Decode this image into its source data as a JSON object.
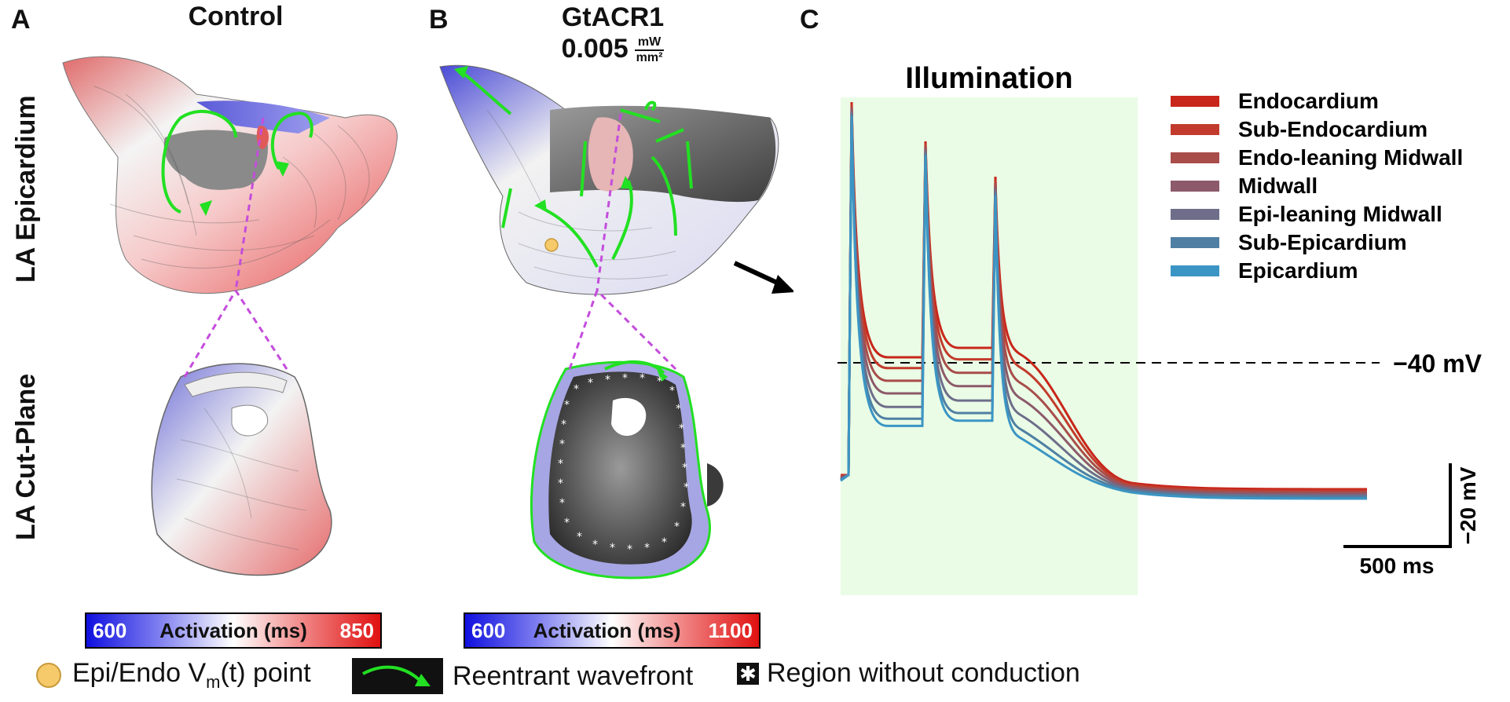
{
  "panels": {
    "a": {
      "letter": "A",
      "title": "Control"
    },
    "b": {
      "letter": "B",
      "title": "GtACR1",
      "value": "0.005",
      "unit_num": "mW",
      "unit_den": "mm²"
    },
    "c": {
      "letter": "C"
    }
  },
  "row_labels": {
    "top": "LA Epicardium",
    "bottom": "LA Cut-Plane"
  },
  "colorbars": [
    {
      "min": "600",
      "label": "Activation (ms)",
      "max": "850"
    },
    {
      "min": "600",
      "label": "Activation (ms)",
      "max": "1100"
    }
  ],
  "legend": {
    "point": "Epi/Endo V",
    "point_sub": "m",
    "point_tail": "(t) point",
    "wavefront": "Reentrant wavefront",
    "no_conduction": "Region without conduction"
  },
  "chart_data": {
    "type": "line",
    "title": "Illumination",
    "reference_line": {
      "value_label": "−40 mV"
    },
    "scale_bar": {
      "x_label": "500 ms",
      "y_label": "−20 mV"
    },
    "series": [
      {
        "name": "Endocardium",
        "color": "#c8261a"
      },
      {
        "name": "Sub-Endocardium",
        "color": "#c23b2c"
      },
      {
        "name": "Endo-leaning Midwall",
        "color": "#a84d4a"
      },
      {
        "name": "Midwall",
        "color": "#8c5a6a"
      },
      {
        "name": "Epi-leaning Midwall",
        "color": "#6e6e8a"
      },
      {
        "name": "Sub-Epicardium",
        "color": "#4f7fa3"
      },
      {
        "name": "Epicardium",
        "color": "#3b95c4"
      }
    ],
    "plateau_levels": [
      0,
      0.12,
      0.26,
      0.4,
      0.55,
      0.68,
      0.76
    ],
    "illumination_color": "#eafce6"
  }
}
